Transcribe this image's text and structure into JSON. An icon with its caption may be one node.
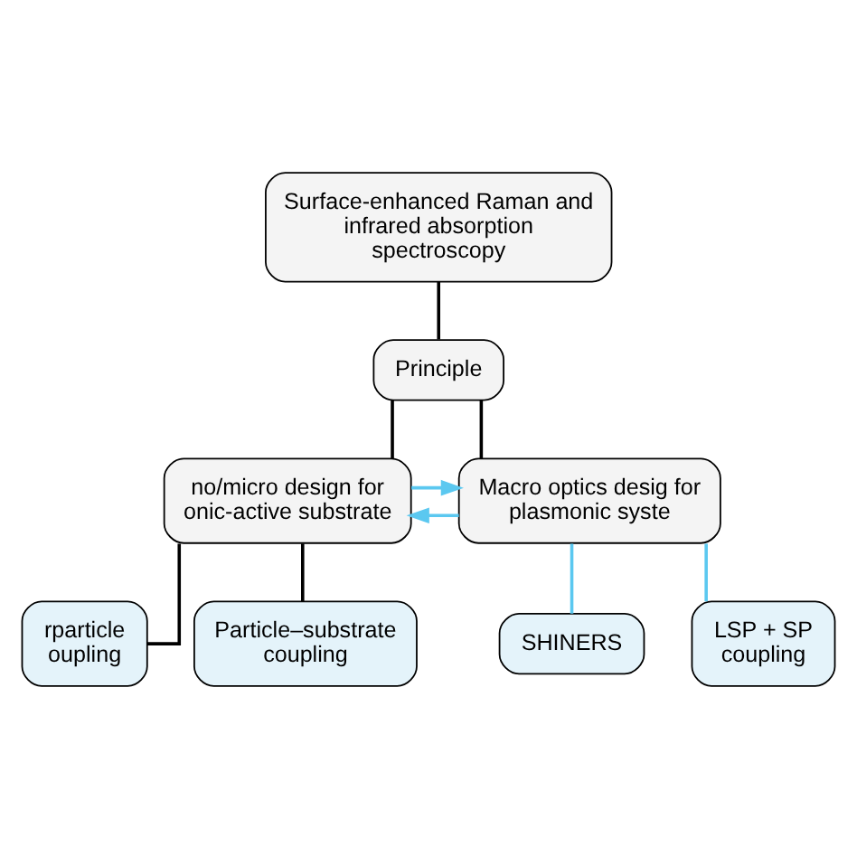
{
  "diagram": {
    "nodes": [
      {
        "text": [
          "Surface-enhanced Raman and infrared absorption spectroscopy"
        ]
      },
      {
        "text": [
          "Principle"
        ]
      },
      {
        "text": [
          "no/micro design for onic-active substrate"
        ]
      },
      {
        "text": [
          "Macro optics desig for plasmonic syste"
        ]
      },
      {
        "text": [
          "rparticle oupling"
        ]
      },
      {
        "text": [
          "Particle–substrate coupling"
        ]
      },
      {
        "text": [
          "SHINERS"
        ]
      },
      {
        "text": [
          "LSP + SP coupling"
        ]
      }
    ],
    "edges": [
      {
        "from": 0,
        "to": 1,
        "arrow": "none"
      },
      {
        "from": 1,
        "to": 2,
        "arrow": "none"
      },
      {
        "from": 1,
        "to": 3,
        "arrow": "none"
      },
      {
        "from": 2,
        "to": 3,
        "arrow": "to",
        "color": "#5bc8f0"
      },
      {
        "from": 3,
        "to": 2,
        "arrow": "to",
        "color": "#5bc8f0"
      },
      {
        "from": 2,
        "to": 4,
        "arrow": "none"
      },
      {
        "from": 2,
        "to": 5,
        "arrow": "none"
      },
      {
        "from": 3,
        "to": 6,
        "arrow": "none",
        "color": "#5bc8f0"
      },
      {
        "from": 3,
        "to": 7,
        "arrow": "none",
        "color": "#5bc8f0"
      }
    ]
  }
}
